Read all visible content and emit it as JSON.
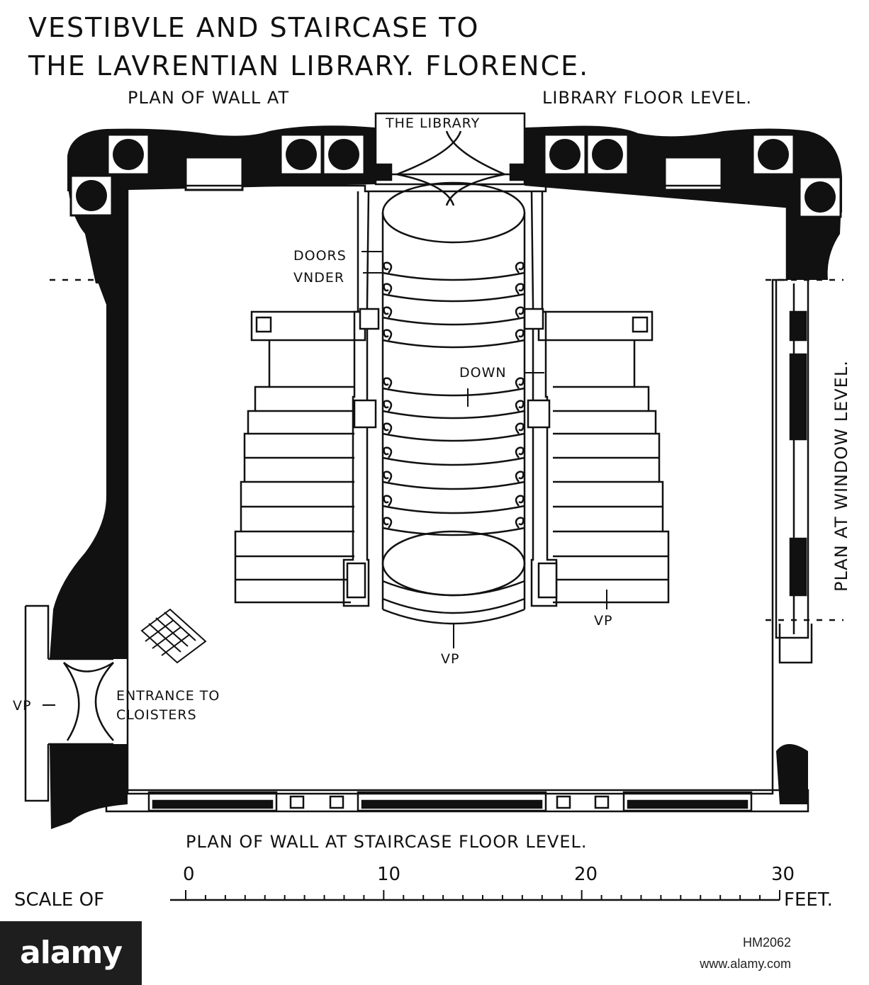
{
  "plate": {
    "title_line1": "VESTIBVLE AND STAIRCASE TO",
    "title_line2": "THE LAVRENTIAN LIBRARY. FLORENCE.",
    "caption_top_left": "PLAN OF WALL AT",
    "caption_top_right": "LIBRARY FLOOR LEVEL.",
    "caption_right_vertical": "PLAN AT WINDOW LEVEL.",
    "caption_bottom": "PLAN OF WALL AT STAIRCASE FLOOR LEVEL."
  },
  "labels": {
    "library": "THE LIBRARY",
    "doors_line1": "DOORS",
    "doors_line2": "VNDER",
    "down": "DOWN",
    "vp_center": "VP",
    "vp_right": "VP",
    "vp_left": "VP",
    "entrance_line1": "ENTRANCE TO",
    "entrance_line2": "CLOISTERS"
  },
  "scale": {
    "label": "SCALE OF",
    "unit": "FEET.",
    "ticks": [
      "0",
      "10",
      "20",
      "30"
    ]
  },
  "footer": {
    "brand": "alamy",
    "stock_id": "HM2062",
    "site": "www.alamy.com"
  },
  "colors": {
    "ink": "#111111",
    "paper": "#ffffff",
    "brand_bg": "#1e1e1e"
  }
}
